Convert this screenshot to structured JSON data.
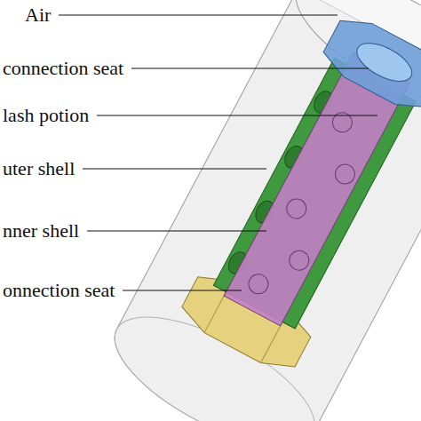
{
  "diagram": {
    "labels": [
      "Air",
      "connection seat",
      "lash potion",
      "uter shell",
      "nner shell",
      "onnection seat"
    ]
  }
}
